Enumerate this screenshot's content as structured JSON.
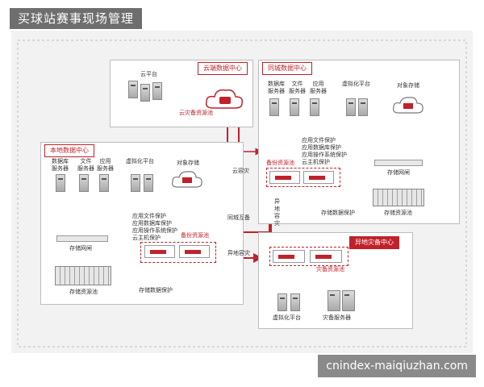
{
  "header": {
    "title": "买球站赛事现场管理"
  },
  "footer": {
    "watermark": "cnindex-maiqiuzhan.com"
  },
  "cloud_center": {
    "tag": "云端数据中心",
    "platform": "云平台",
    "backup_pool": "云灾备资源池"
  },
  "local_center": {
    "tag": "本地数据中心",
    "db_server": "数据库\n服务器",
    "file_server": "文件\n服务器",
    "app_server": "应用\n服务器",
    "virtual_platform": "虚拟化平台",
    "object_storage": "对象存储",
    "protections": [
      "应用文件保护",
      "应用数据库保护",
      "应用操作系统保护",
      "云主机保护"
    ],
    "backup_pool": "备份资源池",
    "storage_gateway": "存储网闸",
    "storage_pool": "存储资源池",
    "storage_data_protection": "存储数据保护"
  },
  "city_center": {
    "tag": "同城数据中心",
    "db_server": "数据库\n服务器",
    "file_server": "文件\n服务器",
    "app_server": "应用\n服务器",
    "virtual_platform": "虚拟化平台",
    "object_storage": "对象存储",
    "protections": [
      "应用文件保护",
      "应用数据库保护",
      "应用操作系统保护",
      "云主机保护"
    ],
    "backup_pool": "备份资源池",
    "storage_gateway": "存储网闸",
    "storage_pool": "存储资源池",
    "storage_data_protection": "存储数据保护"
  },
  "remote_center": {
    "tag": "异地灾备中心",
    "backup_pool": "灾备资源池",
    "virtual_platform": "虚拟化平台",
    "dr_server": "灾备服务器"
  },
  "links": {
    "cloud_dr": "云容灾",
    "city_mutual": "同城互备",
    "remote_dr_side": "异\n地\n容\n灾",
    "remote_dr": "异地容灾"
  },
  "colors": {
    "accent": "#c0212a",
    "panel_border": "#bdbdbd",
    "canvas": "#f2f2f2"
  }
}
